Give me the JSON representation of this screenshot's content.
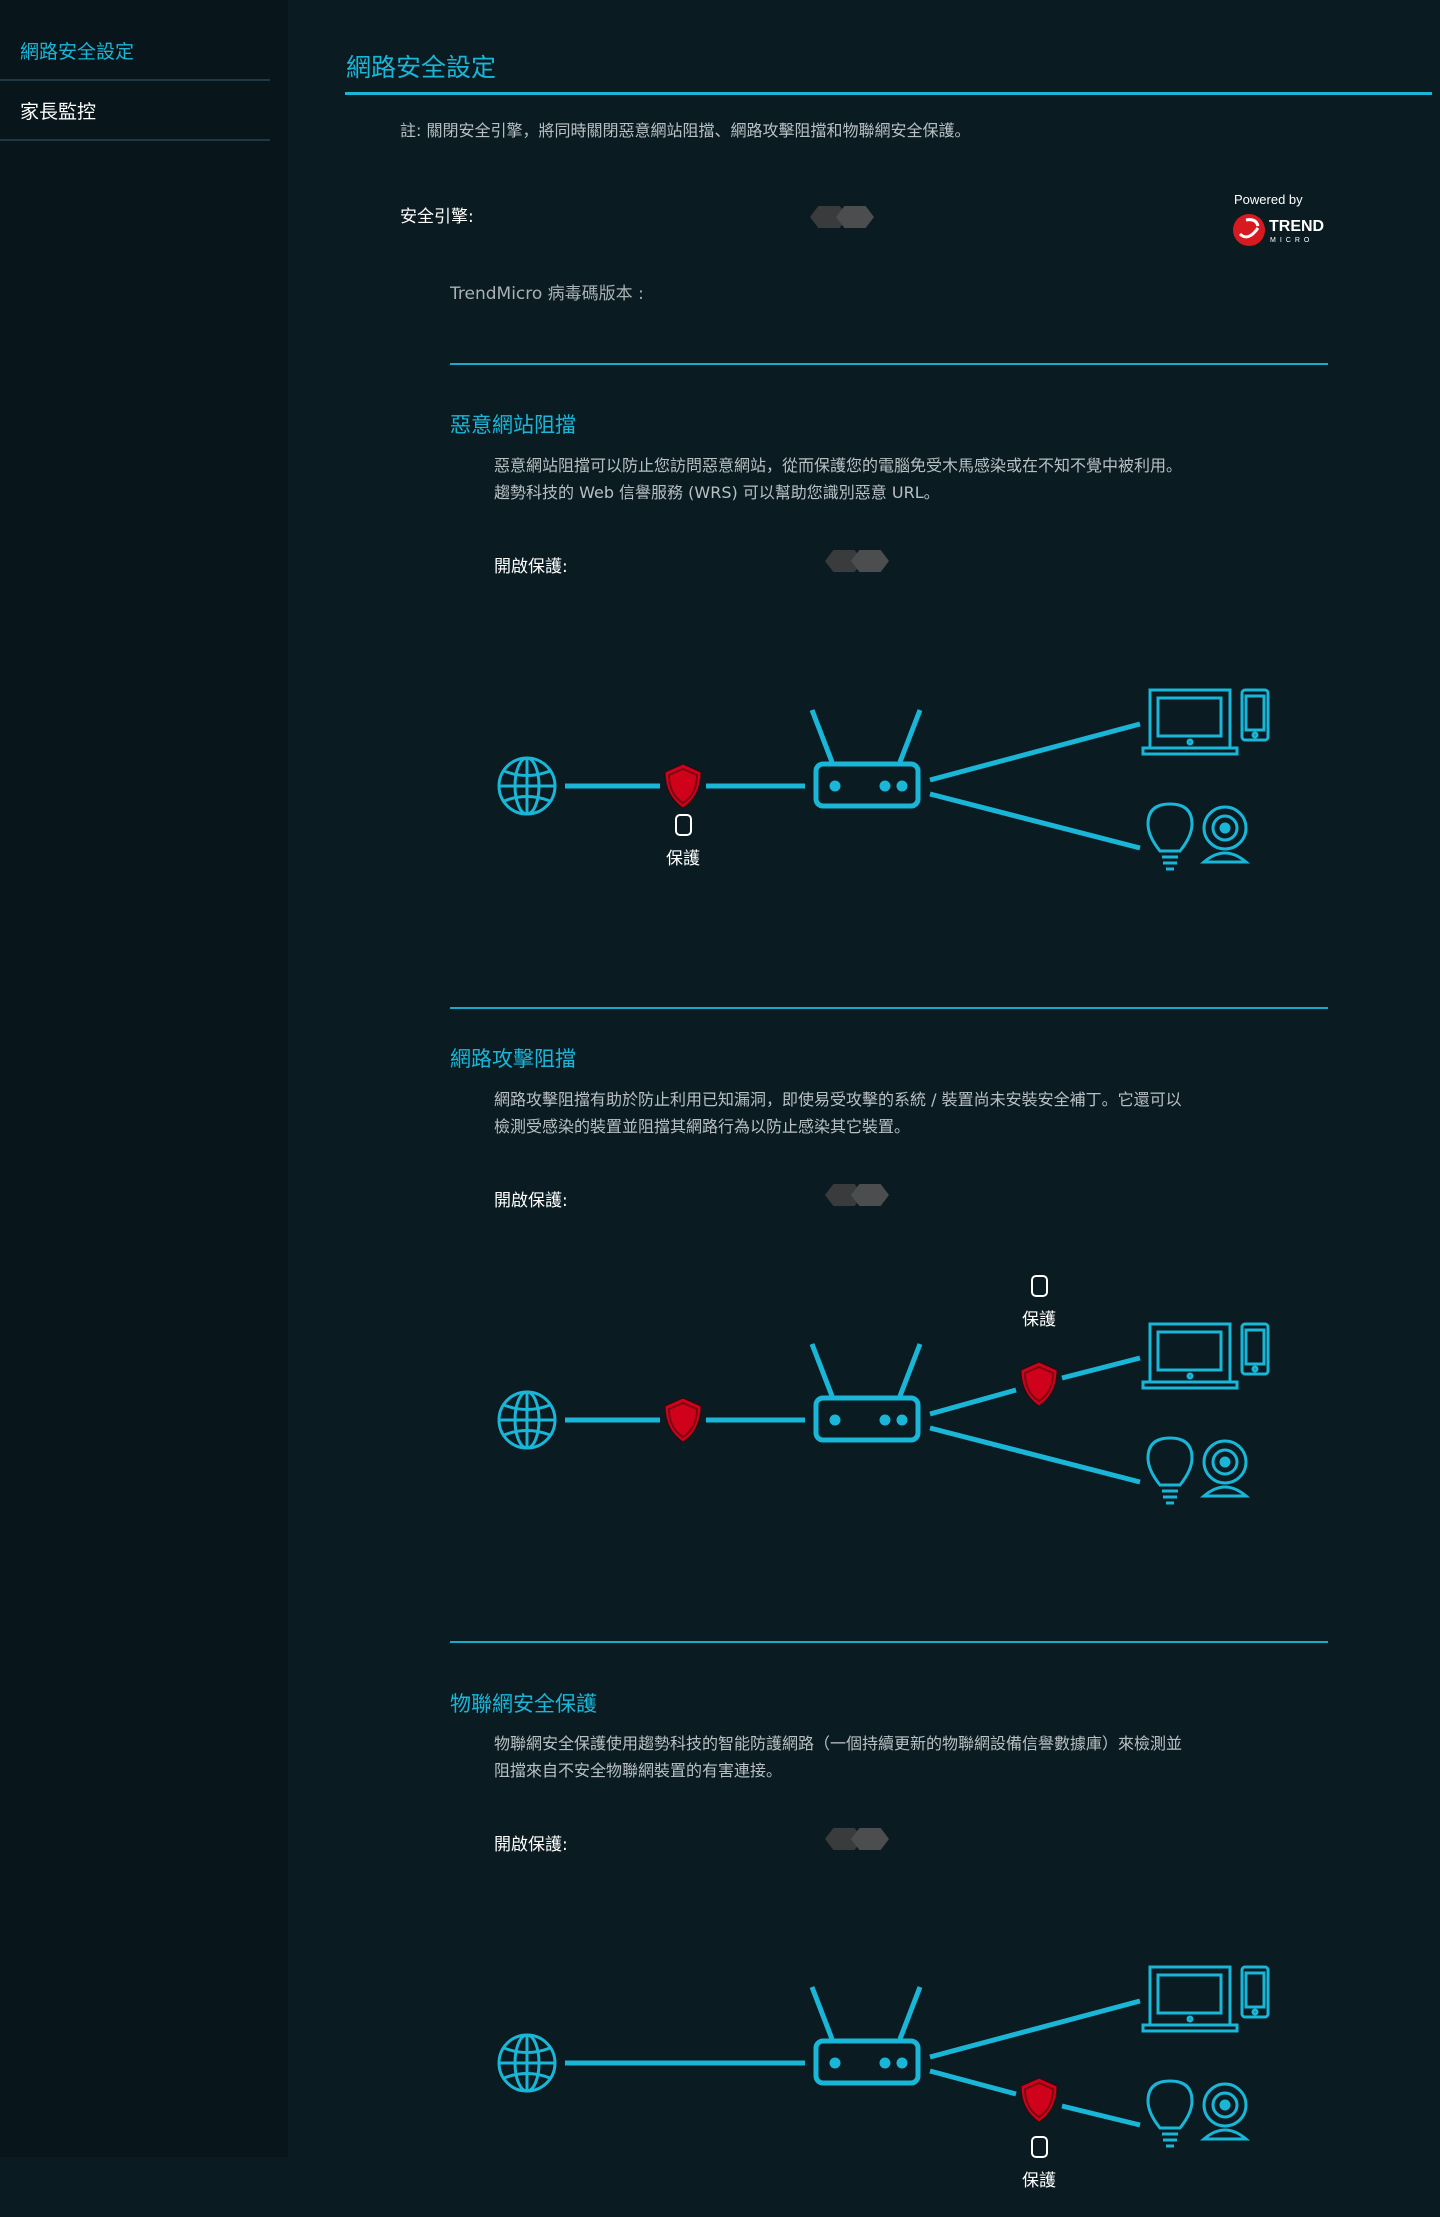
{
  "sidebar": {
    "items": [
      {
        "label": "網路安全設定",
        "active": true
      },
      {
        "label": "家長監控",
        "active": false
      }
    ]
  },
  "page": {
    "title": "網路安全設定",
    "note": "註: 關閉安全引擎，將同時關閉惡意網站阻擋、網路攻擊阻擋和物聯網安全保護。",
    "engine_label": "安全引擎:",
    "engine_enabled": false,
    "version_label": "TrendMicro 病毒碼版本 :",
    "logo": {
      "powered_by": "Powered by",
      "brand": "TREND",
      "sub": "MICRO"
    }
  },
  "sections": [
    {
      "title": "惡意網站阻擋",
      "desc": [
        "惡意網站阻擋可以防止您訪問惡意網站，從而保護您的電腦免受木馬感染或在不知不覺中被利用。",
        "趨勢科技的 Web 信譽服務 (WRS) 可以幫助您識別惡意 URL。"
      ],
      "toggle_label": "開啟保護:",
      "enabled": false,
      "shield_position": "wan",
      "protect_label": "保護"
    },
    {
      "title": "網路攻擊阻擋",
      "desc": [
        "網路攻擊阻擋有助於防止利用已知漏洞，即使易受攻擊的系統 / 裝置尚未安裝安全補丁。它還可以",
        "檢測受感染的裝置並阻擋其網路行為以防止感染其它裝置。"
      ],
      "toggle_label": "開啟保護:",
      "enabled": false,
      "shield_position": "lan-upper",
      "protect_label": "保護"
    },
    {
      "title": "物聯網安全保護",
      "desc": [
        "物聯網安全保護使用趨勢科技的智能防護網路（一個持續更新的物聯網設備信譽數據庫）來檢測並",
        "阻擋來自不安全物聯網裝置的有害連接。"
      ],
      "toggle_label": "開啟保護:",
      "enabled": false,
      "shield_position": "lan-lower",
      "protect_label": "保護"
    }
  ],
  "colors": {
    "accent": "#19b6d8",
    "shield": "#d0021b",
    "background": "#0a1b21",
    "sidebar": "#08161c"
  }
}
